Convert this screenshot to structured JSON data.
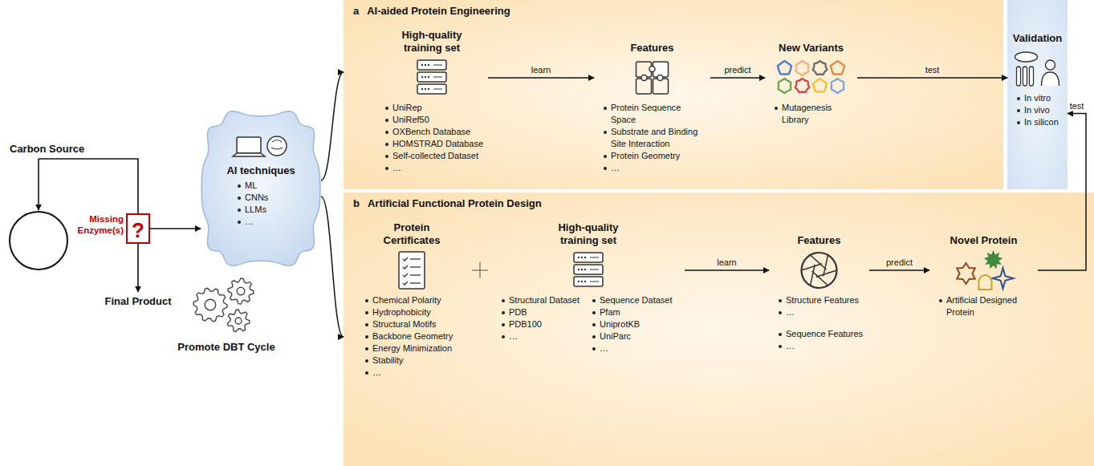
{
  "diagram": {
    "nodes": [
      {
        "text": [
          "Missing Enzyme(s)",
          "?"
        ]
      },
      {
        "text": [
          "AI techniques",
          "ML",
          "CNNs",
          "LLMs",
          "…"
        ]
      },
      {
        "text": [
          "a",
          "AI-aided Protein Engineering"
        ]
      },
      {
        "text": [
          "High-quality training set",
          "UniRep",
          "UniRef50",
          "OXBench Database",
          "HOMSTRAD Database",
          "Self-collected Dataset",
          "…"
        ],
        "in": 2
      },
      {
        "text": [
          "Features",
          "Protein Sequence Space",
          "Substrate and Binding Site Interaction",
          "Protein Geometry",
          "…"
        ],
        "in": 2
      },
      {
        "text": [
          "New Variants",
          "Mutagenesis Library"
        ],
        "in": 2
      },
      {
        "text": [
          "Validation",
          "In vitro",
          "In vivo",
          "In silicon"
        ]
      },
      {
        "text": [
          "b",
          "Artificial Functional Protein Design"
        ]
      },
      {
        "text": [
          "Protein Certificates",
          "Chemical Polarity",
          "Hydrophobicity",
          "Structural Motifs",
          "Backbone Geometry",
          "Energy Minimization",
          "Stability",
          "…"
        ],
        "in": 7
      },
      {
        "text": [
          "High-quality training set",
          "Structural Dataset",
          "PDB",
          "PDB100",
          "…",
          "Sequence Dataset",
          "Pfam",
          "UniprotKB",
          "UniParc",
          "…"
        ],
        "in": 7
      },
      {
        "text": [
          "Features",
          "Structure Features",
          "…",
          "Sequence Features",
          "…"
        ],
        "in": 7
      },
      {
        "text": [
          "Novel Protein",
          "Artificial Designed Protein"
        ],
        "in": 7
      }
    ],
    "edges": [
      {
        "from": 0,
        "to": 1,
        "arrow": "to"
      },
      {
        "from": 1,
        "to": 2,
        "arrow": "to"
      },
      {
        "from": 1,
        "to": 7,
        "arrow": "to"
      },
      {
        "from": 3,
        "to": 4,
        "label": "learn",
        "arrow": "to"
      },
      {
        "from": 4,
        "to": 5,
        "label": "predict",
        "arrow": "to"
      },
      {
        "from": 5,
        "to": 6,
        "label": "test",
        "arrow": "to"
      },
      {
        "from": 9,
        "to": 10,
        "label": "learn",
        "arrow": "to"
      },
      {
        "from": 10,
        "to": 11,
        "label": "predict",
        "arrow": "to"
      },
      {
        "from": 11,
        "to": 6,
        "label": "test",
        "arrow": "to"
      }
    ],
    "labels": [
      "Carbon Source",
      "Final Product",
      "Promote DBT Cycle"
    ]
  }
}
